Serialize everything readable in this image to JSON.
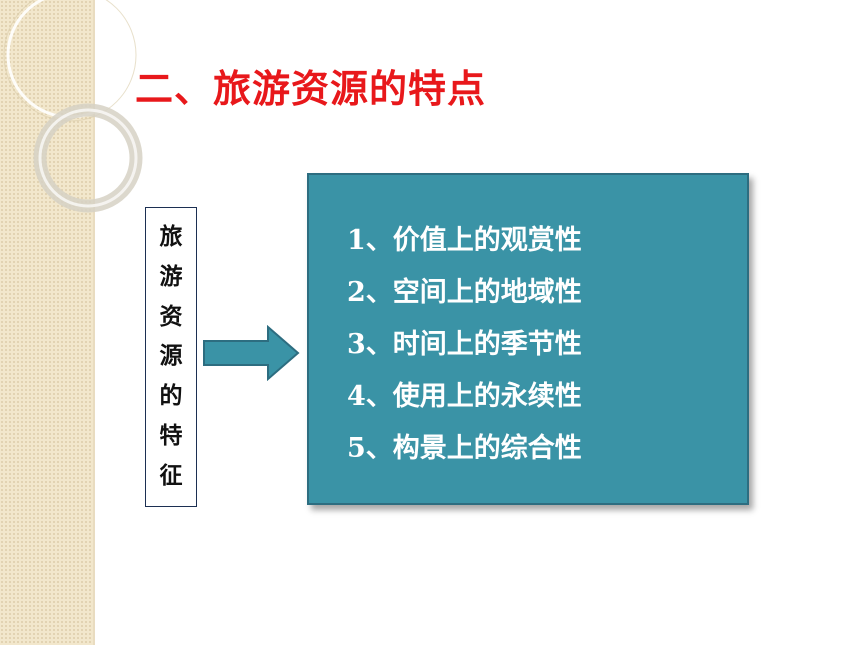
{
  "slide": {
    "title": "二、旅游资源的特点"
  },
  "label_box": {
    "chars": [
      "旅",
      "游",
      "资",
      "源",
      "的",
      "特",
      "征"
    ]
  },
  "features": [
    "1、价值上的观赏性",
    "2、空间上的地域性",
    "3、时间上的季节性",
    "4、使用上的永续性",
    "5、构景上的综合性"
  ],
  "colors": {
    "title": "#e8181b",
    "box_fill": "#3a93a6",
    "box_border": "#2d6d80",
    "arrow_fill": "#3a93a6",
    "strip": "#f2e7cc"
  },
  "icons": {
    "arrow": "right-arrow-icon",
    "decoration": "ring-decoration-icon"
  }
}
